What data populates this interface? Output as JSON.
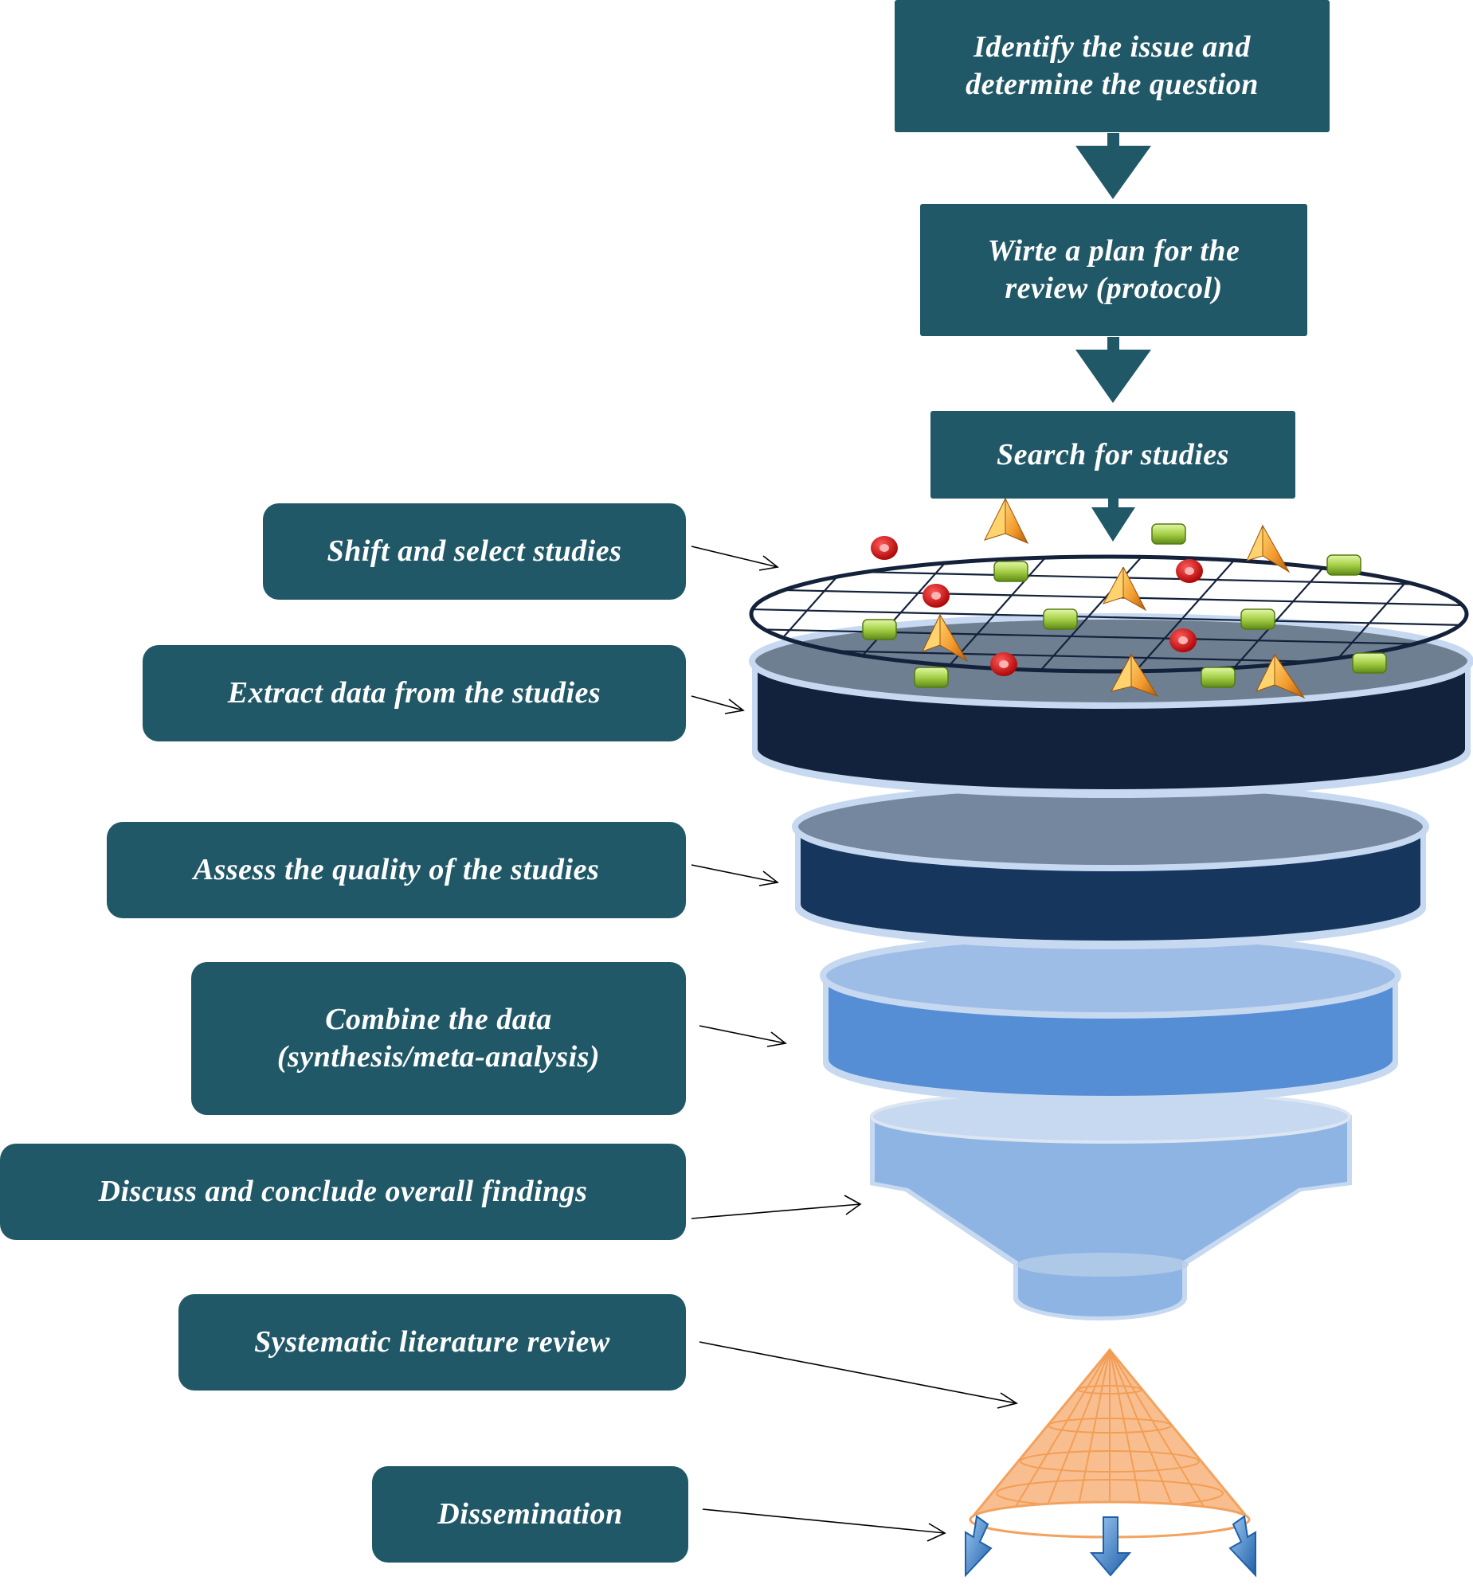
{
  "top_steps": {
    "identify": [
      "Identify the issue and",
      "determine the question"
    ],
    "plan": [
      "Wirte a plan for the",
      "review (protocol)"
    ],
    "search": "Search for studies"
  },
  "side_steps": {
    "shift": "Shift and select studies",
    "extract": "Extract data from the studies",
    "assess": "Assess the quality of the studies",
    "combine": [
      "Combine the data",
      "(synthesis/meta-analysis)"
    ],
    "discuss": "Discuss and conclude overall findings",
    "slr": "Systematic literature review",
    "dissemination": "Dissemination"
  },
  "colors": {
    "box": "#215868",
    "layer1_side": "#12223D",
    "layer2_side": "#17365D",
    "layer3_side": "#558ED5",
    "layer4_side": "#8EB4E3",
    "cone": "#F9BE8F",
    "arrows": "#3A76B8"
  }
}
